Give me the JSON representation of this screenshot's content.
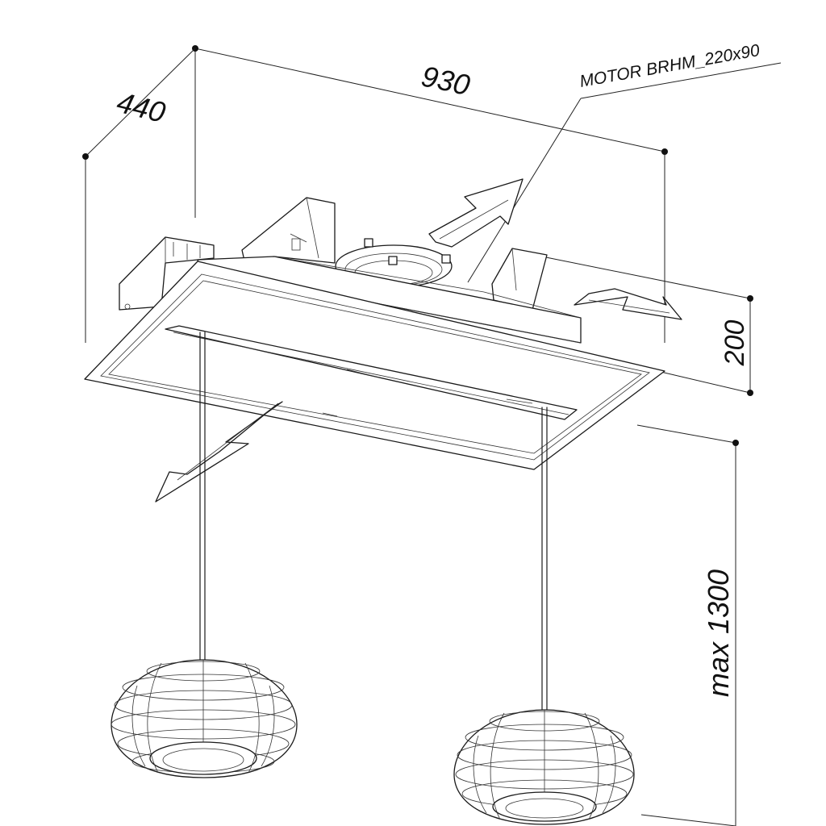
{
  "dimensions": {
    "width": "930",
    "depth": "440",
    "height": "200",
    "drop": "max 1300"
  },
  "labels": {
    "motor": "MOTOR BRHM_220x90"
  }
}
